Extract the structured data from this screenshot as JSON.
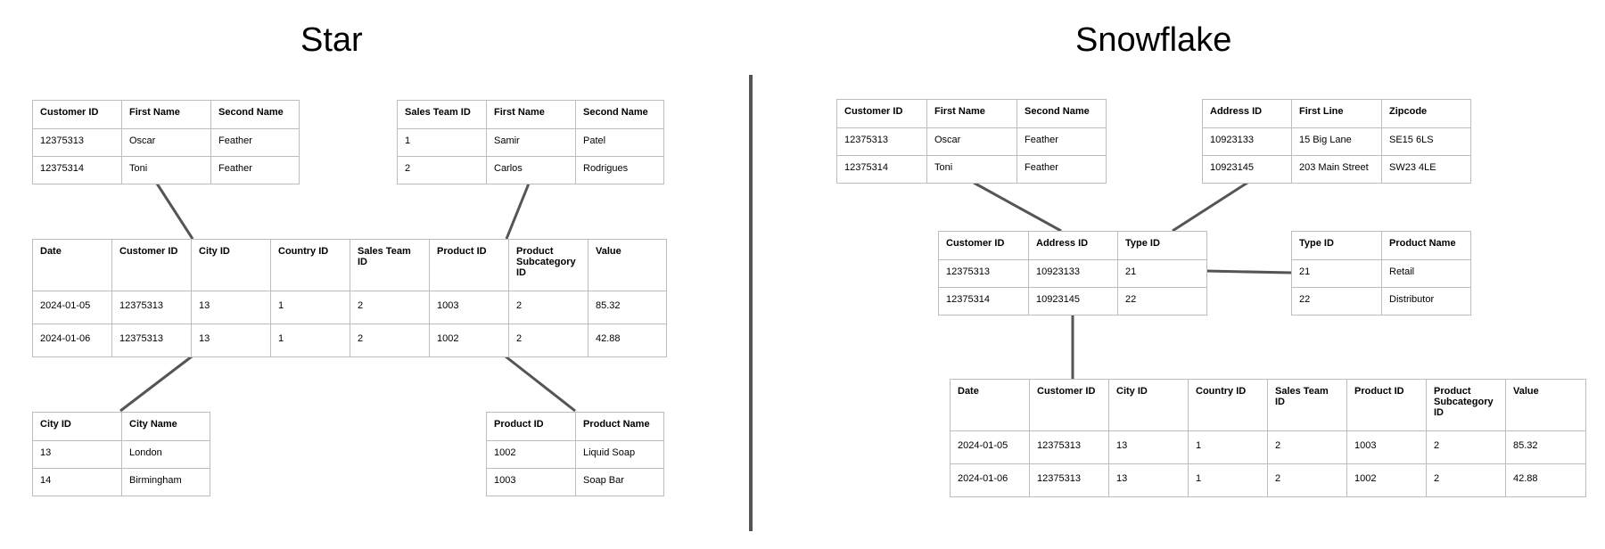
{
  "titles": {
    "left": "Star",
    "right": "Snowflake"
  },
  "colors": {
    "connector": "#555555",
    "border": "#bdbdbd",
    "divider": "#555555"
  },
  "star": {
    "customer": {
      "headers": [
        "Customer ID",
        "First Name",
        "Second Name"
      ],
      "rows": [
        [
          "12375313",
          "Oscar",
          "Feather"
        ],
        [
          "12375314",
          "Toni",
          "Feather"
        ]
      ]
    },
    "sales_team": {
      "headers": [
        "Sales Team ID",
        "First Name",
        "Second Name"
      ],
      "rows": [
        [
          "1",
          "Samir",
          "Patel"
        ],
        [
          "2",
          "Carlos",
          "Rodrigues"
        ]
      ]
    },
    "fact": {
      "headers": [
        "Date",
        "Customer ID",
        "City ID",
        "Country ID",
        "Sales Team ID",
        "Product ID",
        "Product Subcategory ID",
        "Value"
      ],
      "rows": [
        [
          "2024-01-05",
          "12375313",
          "13",
          "1",
          "2",
          "1003",
          "2",
          "85.32"
        ],
        [
          "2024-01-06",
          "12375313",
          "13",
          "1",
          "2",
          "1002",
          "2",
          "42.88"
        ]
      ]
    },
    "city": {
      "headers": [
        "City ID",
        "City Name"
      ],
      "rows": [
        [
          "13",
          "London"
        ],
        [
          "14",
          "Birmingham"
        ]
      ]
    },
    "product": {
      "headers": [
        "Product ID",
        "Product Name"
      ],
      "rows": [
        [
          "1002",
          "Liquid Soap"
        ],
        [
          "1003",
          "Soap Bar"
        ]
      ]
    }
  },
  "snowflake": {
    "customer": {
      "headers": [
        "Customer ID",
        "First Name",
        "Second Name"
      ],
      "rows": [
        [
          "12375313",
          "Oscar",
          "Feather"
        ],
        [
          "12375314",
          "Toni",
          "Feather"
        ]
      ]
    },
    "address": {
      "headers": [
        "Address ID",
        "First Line",
        "Zipcode"
      ],
      "rows": [
        [
          "10923133",
          "15 Big Lane",
          "SE15 6LS"
        ],
        [
          "10923145",
          "203 Main Street",
          "SW23 4LE"
        ]
      ]
    },
    "link": {
      "headers": [
        "Customer ID",
        "Address ID",
        "Type ID"
      ],
      "rows": [
        [
          "12375313",
          "10923133",
          "21"
        ],
        [
          "12375314",
          "10923145",
          "22"
        ]
      ]
    },
    "type": {
      "headers": [
        "Type ID",
        "Product Name"
      ],
      "rows": [
        [
          "21",
          "Retail"
        ],
        [
          "22",
          "Distributor"
        ]
      ]
    },
    "fact": {
      "headers": [
        "Date",
        "Customer ID",
        "City ID",
        "Country ID",
        "Sales Team ID",
        "Product ID",
        "Product Subcategory ID",
        "Value"
      ],
      "rows": [
        [
          "2024-01-05",
          "12375313",
          "13",
          "1",
          "2",
          "1003",
          "2",
          "85.32"
        ],
        [
          "2024-01-06",
          "12375313",
          "13",
          "1",
          "2",
          "1002",
          "2",
          "42.88"
        ]
      ]
    }
  }
}
